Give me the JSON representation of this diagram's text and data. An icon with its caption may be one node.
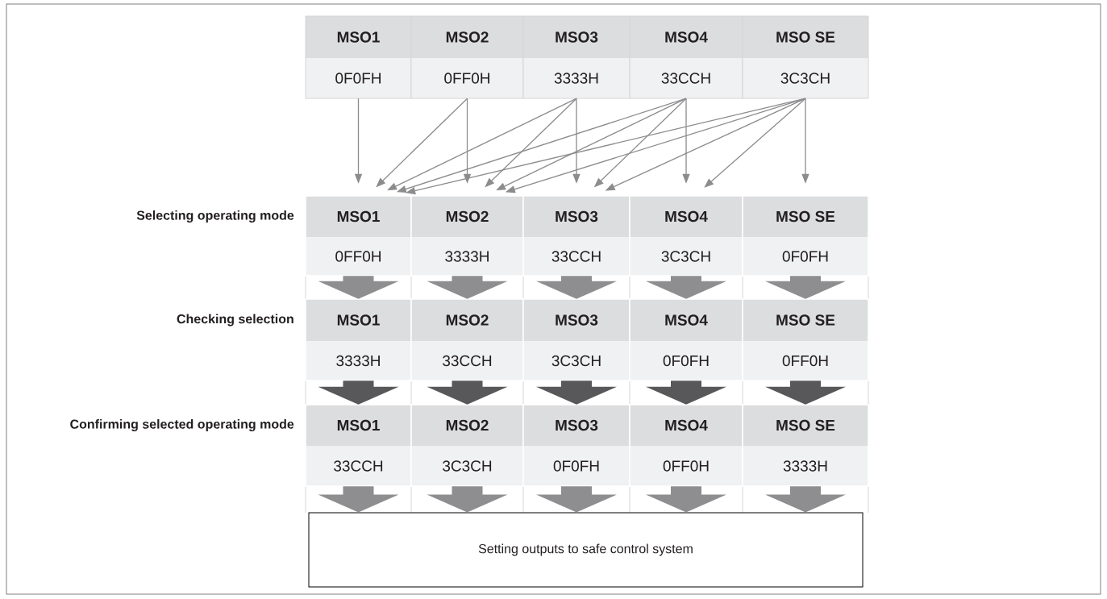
{
  "diagram": {
    "nodes": [
      {
        "text": [
          "MSO1",
          "0F0FH"
        ]
      },
      {
        "text": [
          "MSO2",
          "0FF0H"
        ]
      },
      {
        "text": [
          "MSO3",
          "3333H"
        ]
      },
      {
        "text": [
          "MSO4",
          "33CCH"
        ]
      },
      {
        "text": [
          "MSO SE",
          "3C3CH"
        ]
      },
      {
        "text": [
          "MSO1",
          "0FF0H"
        ]
      },
      {
        "text": [
          "MSO2",
          "3333H"
        ]
      },
      {
        "text": [
          "MSO3",
          "33CCH"
        ]
      },
      {
        "text": [
          "MSO4",
          "3C3CH"
        ]
      },
      {
        "text": [
          "MSO SE",
          "0F0FH"
        ]
      },
      {
        "text": [
          "MSO1",
          "3333H"
        ]
      },
      {
        "text": [
          "MSO2",
          "33CCH"
        ]
      },
      {
        "text": [
          "MSO3",
          "3C3CH"
        ]
      },
      {
        "text": [
          "MSO4",
          "0F0FH"
        ]
      },
      {
        "text": [
          "MSO SE",
          "0FF0H"
        ]
      },
      {
        "text": [
          "MSO1",
          "33CCH"
        ]
      },
      {
        "text": [
          "MSO2",
          "3C3CH"
        ]
      },
      {
        "text": [
          "MSO3",
          "0F0FH"
        ]
      },
      {
        "text": [
          "MSO4",
          "0FF0H"
        ]
      },
      {
        "text": [
          "MSO SE",
          "3333H"
        ]
      },
      {
        "text": [
          "Setting outputs to safe control system"
        ]
      }
    ],
    "edges": [
      {
        "from": 0,
        "to": 5,
        "arrow": "to"
      },
      {
        "from": 1,
        "to": 5,
        "arrow": "to"
      },
      {
        "from": 1,
        "to": 6,
        "arrow": "to"
      },
      {
        "from": 2,
        "to": 5,
        "arrow": "to"
      },
      {
        "from": 2,
        "to": 6,
        "arrow": "to"
      },
      {
        "from": 2,
        "to": 7,
        "arrow": "to"
      },
      {
        "from": 3,
        "to": 5,
        "arrow": "to"
      },
      {
        "from": 3,
        "to": 6,
        "arrow": "to"
      },
      {
        "from": 3,
        "to": 7,
        "arrow": "to"
      },
      {
        "from": 3,
        "to": 8,
        "arrow": "to"
      },
      {
        "from": 4,
        "to": 5,
        "arrow": "to"
      },
      {
        "from": 4,
        "to": 6,
        "arrow": "to"
      },
      {
        "from": 4,
        "to": 7,
        "arrow": "to"
      },
      {
        "from": 4,
        "to": 8,
        "arrow": "to"
      },
      {
        "from": 4,
        "to": 9,
        "arrow": "to"
      },
      {
        "from": 5,
        "to": 10,
        "arrow": "to",
        "style": "thick"
      },
      {
        "from": 6,
        "to": 11,
        "arrow": "to",
        "style": "thick"
      },
      {
        "from": 7,
        "to": 12,
        "arrow": "to",
        "style": "thick"
      },
      {
        "from": 8,
        "to": 13,
        "arrow": "to",
        "style": "thick"
      },
      {
        "from": 9,
        "to": 14,
        "arrow": "to",
        "style": "thick"
      },
      {
        "from": 10,
        "to": 15,
        "arrow": "to",
        "style": "thick",
        "color": "#58585a"
      },
      {
        "from": 11,
        "to": 16,
        "arrow": "to",
        "style": "thick",
        "color": "#58585a"
      },
      {
        "from": 12,
        "to": 17,
        "arrow": "to",
        "style": "thick",
        "color": "#58585a"
      },
      {
        "from": 13,
        "to": 18,
        "arrow": "to",
        "style": "thick",
        "color": "#58585a"
      },
      {
        "from": 14,
        "to": 19,
        "arrow": "to",
        "style": "thick",
        "color": "#58585a"
      },
      {
        "from": 15,
        "to": 20,
        "arrow": "to",
        "style": "thick"
      },
      {
        "from": 16,
        "to": 20,
        "arrow": "to",
        "style": "thick"
      },
      {
        "from": 17,
        "to": 20,
        "arrow": "to",
        "style": "thick"
      },
      {
        "from": 18,
        "to": 20,
        "arrow": "to",
        "style": "thick"
      },
      {
        "from": 19,
        "to": 20,
        "arrow": "to",
        "style": "thick"
      }
    ],
    "labels": [
      "Selecting operating mode",
      "Checking selection",
      "Confirming selected operating mode"
    ]
  }
}
